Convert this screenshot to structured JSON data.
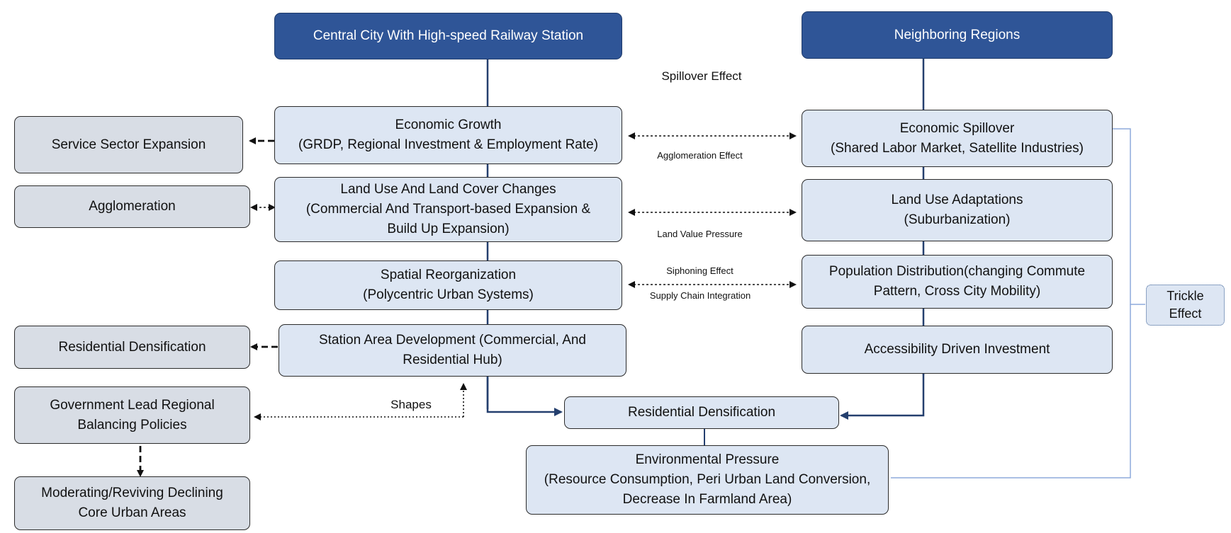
{
  "headers": {
    "central": "Central City With High-speed Railway Station",
    "neighbor": "Neighboring Regions"
  },
  "central_column": {
    "economic_growth": [
      "Economic Growth",
      "(GRDP, Regional Investment & Employment Rate)"
    ],
    "land_use_changes": [
      "Land Use And Land Cover Changes",
      "(Commercial And Transport-based Expansion &",
      "Build Up Expansion)"
    ],
    "spatial_reorganization": [
      "Spatial Reorganization",
      "(Polycentric Urban Systems)"
    ],
    "station_area": [
      "Station Area Development (Commercial, And",
      "Residential Hub)"
    ]
  },
  "neighbor_column": {
    "economic_spillover": [
      "Economic Spillover",
      "(Shared Labor Market, Satellite Industries)"
    ],
    "land_use_adaptations": [
      "Land Use Adaptations",
      "(Suburbanization)"
    ],
    "population_distribution": [
      "Population Distribution(changing Commute",
      "Pattern, Cross City Mobility)"
    ],
    "accessibility": [
      "Accessibility Driven Investment"
    ]
  },
  "left_column": {
    "service_sector": [
      "Service Sector Expansion"
    ],
    "agglomeration": [
      "Agglomeration"
    ],
    "residential_densification": [
      "Residential Densification"
    ],
    "government_policies": [
      "Government Lead Regional",
      "Balancing Policies"
    ],
    "moderating": [
      "Moderating/Reviving Declining",
      "Core Urban Areas"
    ]
  },
  "bottom": {
    "residential_densification": [
      "Residential Densification"
    ],
    "environmental_pressure": [
      "Environmental Pressure",
      "(Resource Consumption, Peri Urban Land Conversion,",
      "Decrease In Farmland Area)"
    ]
  },
  "trickle": [
    "Trickle",
    "Effect"
  ],
  "labels": {
    "spillover_effect": "Spillover Effect",
    "agglomeration_effect": "Agglomeration Effect",
    "land_value_pressure": "Land Value Pressure",
    "siphoning_effect": "Siphoning Effect",
    "supply_chain_integration": "Supply Chain Integration",
    "shapes": "Shapes"
  },
  "colors": {
    "header_fill": "#2f5597",
    "box_fill_blue": "#dde6f3",
    "box_fill_grey": "#d8dde5",
    "connector": "#243f6e",
    "trickle_line": "#8eaadb"
  }
}
